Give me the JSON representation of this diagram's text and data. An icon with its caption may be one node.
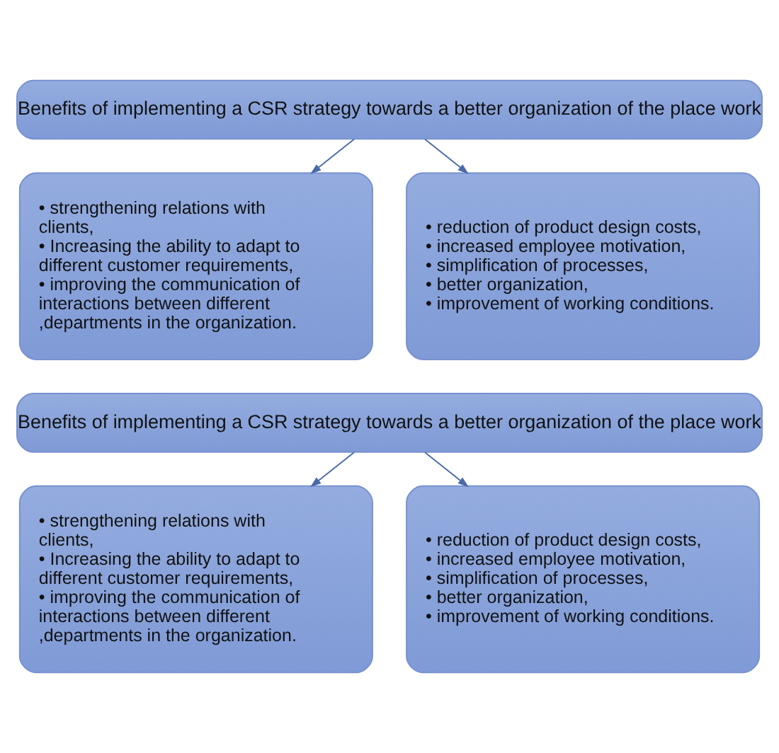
{
  "diagram": {
    "nodes": [
      {
        "text": [
          "Benefits of implementing a CSR strategy towards a better organization of the place work"
        ]
      },
      {
        "text": [
          "• strengthening relations with clients,",
          "• Increasing the ability to adapt to different customer requirements,",
          "• improving the communication of interactions between different ,departments in the organization."
        ]
      },
      {
        "text": [
          "• reduction of product design costs,",
          "• increased employee motivation,",
          "• simplification of processes,",
          "• better organization,",
          "• improvement of working conditions."
        ]
      },
      {
        "text": [
          "Benefits of implementing a CSR strategy towards a better organization of the place work"
        ]
      },
      {
        "text": [
          "• strengthening relations with clients,",
          "• Increasing the ability to adapt to different customer requirements,",
          "• improving the communication of interactions between different ,departments in the organization."
        ]
      },
      {
        "text": [
          "• reduction of product design costs,",
          "• increased employee motivation,",
          "• simplification of processes,",
          "• better organization,",
          "• improvement of working conditions."
        ]
      }
    ],
    "edges": [
      {
        "from": 0,
        "to": 1,
        "arrow": "to"
      },
      {
        "from": 0,
        "to": 2,
        "arrow": "to"
      },
      {
        "from": 3,
        "to": 4,
        "arrow": "to"
      },
      {
        "from": 3,
        "to": 5,
        "arrow": "to"
      }
    ]
  }
}
